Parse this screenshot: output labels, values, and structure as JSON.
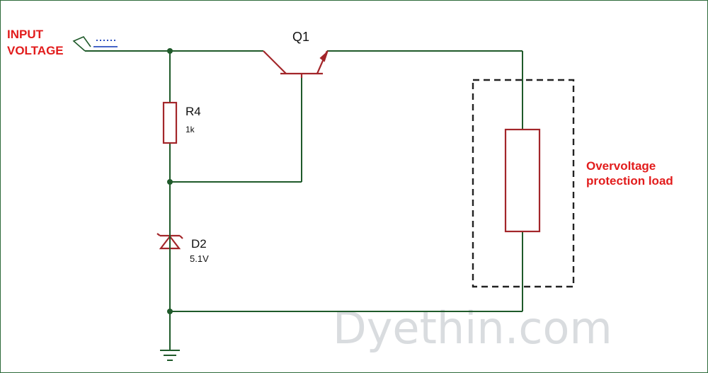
{
  "labels": {
    "input_line1": "INPUT",
    "input_line2": "VOLTAGE",
    "q1": "Q1",
    "r4_name": "R4",
    "r4_value": "1k",
    "d2_name": "D2",
    "d2_value": "5.1V",
    "load_line1": "Overvoltage",
    "load_line2": "protection load"
  },
  "watermark": "Dyethin.com",
  "colors": {
    "wire": "#1f5a2a",
    "component": "#a3262a",
    "annotation": "#e21c1c",
    "input_marker": "#2b4fbf"
  }
}
